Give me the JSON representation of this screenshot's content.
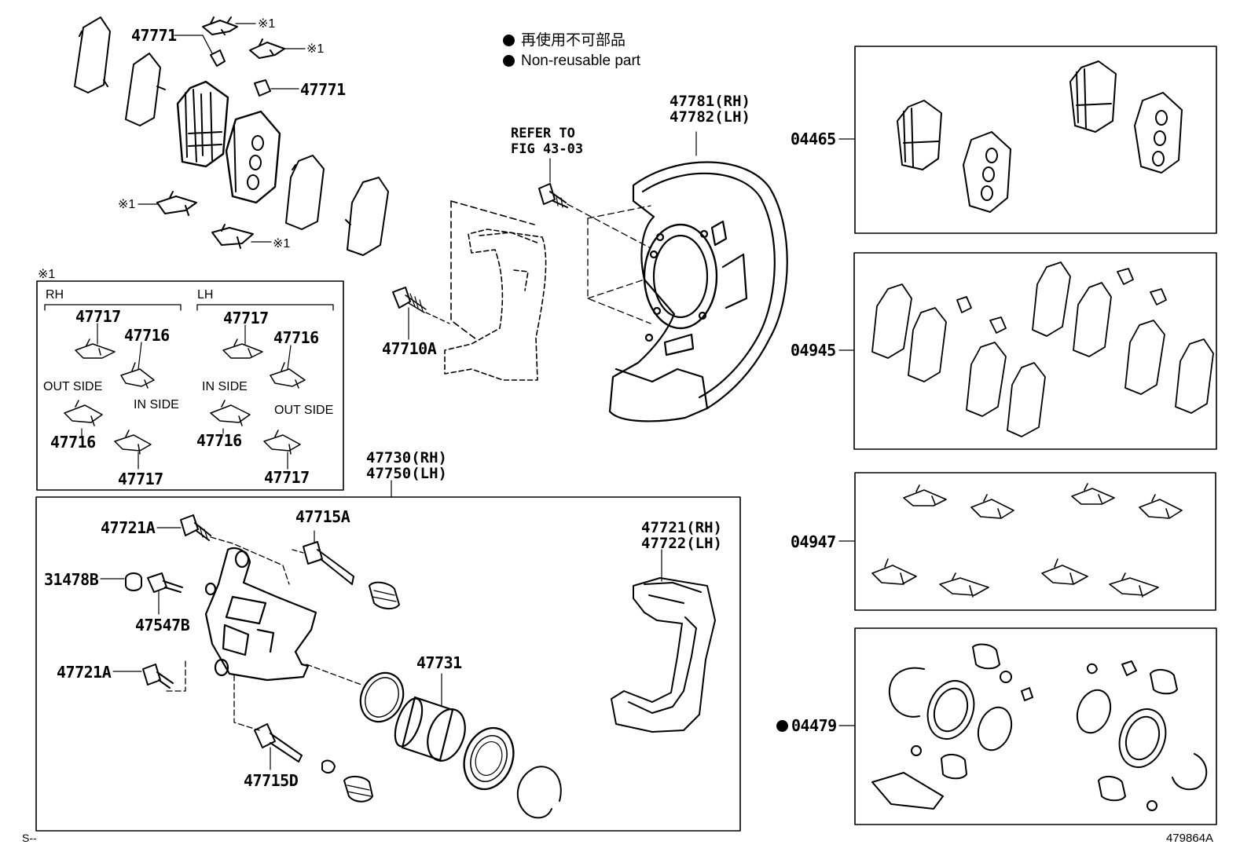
{
  "legend": {
    "jp": "再使用不可部品",
    "en": "Non-reusable part",
    "bullet_color": "#000000"
  },
  "refer": {
    "line1": "REFER TO",
    "line2": "FIG 43-03"
  },
  "callouts": {
    "p47771_top": "47771",
    "p47771_mid": "47771",
    "mark1": "※1",
    "p47781": "47781(RH)",
    "p47782": "47782(LH)",
    "p47710A": "47710A",
    "p47730": "47730(RH)",
    "p47750": "47750(LH)",
    "p47721A_a": "47721A",
    "p47721A_b": "47721A",
    "p47715A": "47715A",
    "p31478B": "31478B",
    "p47547B": "47547B",
    "p47715D": "47715D",
    "p47731": "47731",
    "p47721": "47721(RH)",
    "p47722": "47722(LH)",
    "kit04465": "04465",
    "kit04945": "04945",
    "kit04947": "04947",
    "kit04479": "04479"
  },
  "inset": {
    "title": "※1",
    "rh": "RH",
    "lh": "LH",
    "rh_47717_top": "47717",
    "rh_47716_top": "47716",
    "rh_out_side": "OUT SIDE",
    "rh_in_side": "IN SIDE",
    "rh_47716_bot": "47716",
    "rh_47717_bot": "47717",
    "lh_47717_top": "47717",
    "lh_47716_top": "47716",
    "lh_in_side": "IN SIDE",
    "lh_out_side": "OUT SIDE",
    "lh_47716_bot": "47716",
    "lh_47717_bot": "47717"
  },
  "footer": {
    "left": "S--",
    "right": "479864A"
  }
}
